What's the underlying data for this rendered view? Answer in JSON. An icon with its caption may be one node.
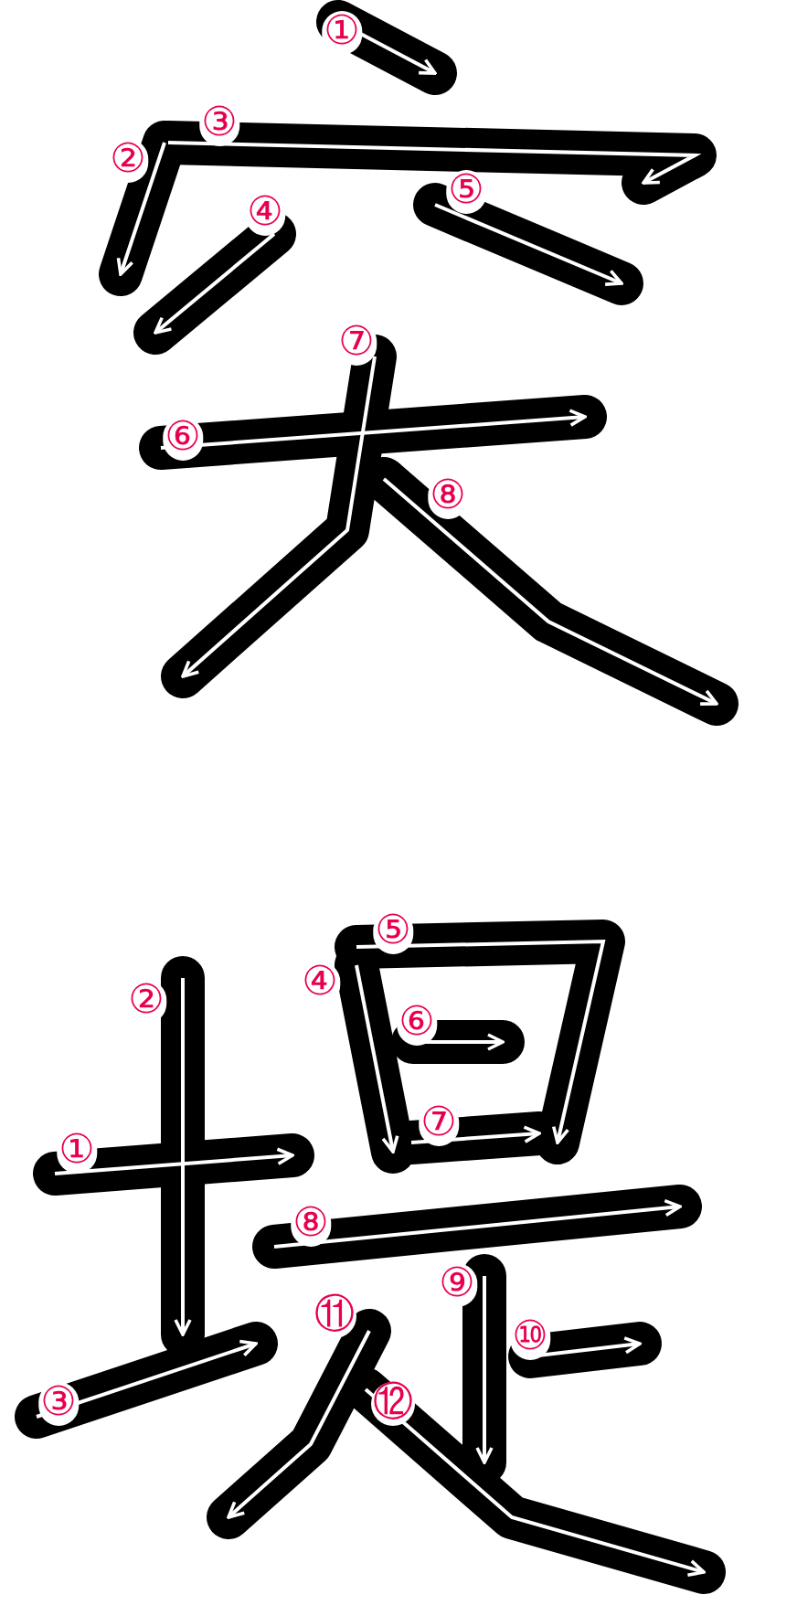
{
  "diagram": {
    "labels": [
      "①",
      "②",
      "③",
      "④",
      "⑤",
      "⑥",
      "⑦",
      "⑧",
      "①",
      "②",
      "③",
      "④",
      "⑤",
      "⑥",
      "⑦",
      "⑧",
      "⑨",
      "⑩",
      "⑪",
      "⑫"
    ]
  }
}
